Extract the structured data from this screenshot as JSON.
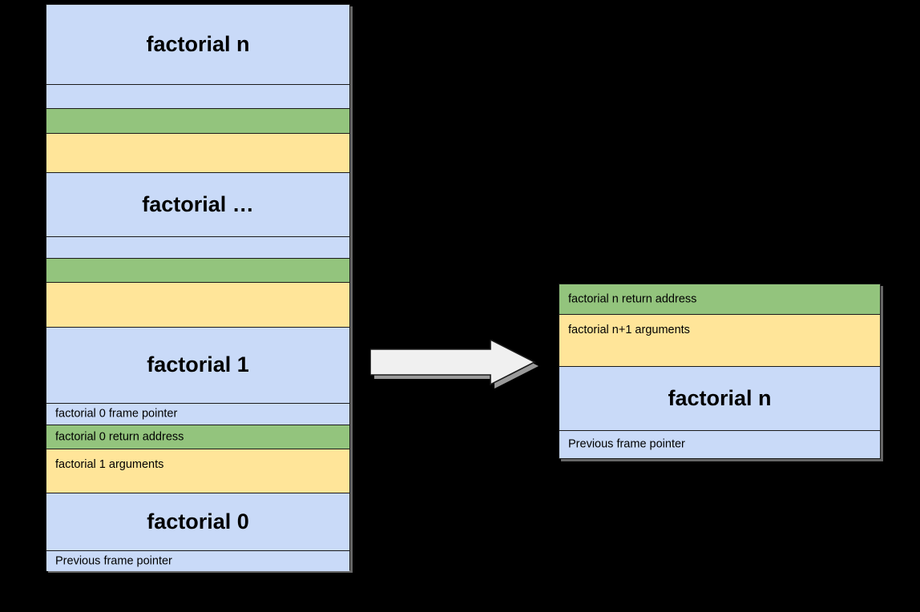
{
  "diagram": {
    "title_semantics": "recursive-call-stack-frames",
    "colors": {
      "frame_blue": "#c9daf8",
      "return_address_green": "#93c47d",
      "arguments_yellow": "#ffe599",
      "arrow_fill": "#f0f0f0",
      "arrow_stroke": "#1a1a1a",
      "border": "#1a1a1a",
      "background": "#000000"
    },
    "left_stack": {
      "name": "full-recursive-stack",
      "rows": [
        {
          "kind": "frame-body",
          "style": "blue",
          "text": "factorial n",
          "size": "large"
        },
        {
          "kind": "frame-pointer",
          "style": "blue",
          "text": "",
          "size": "small"
        },
        {
          "kind": "return-address",
          "style": "green",
          "text": "",
          "size": "small"
        },
        {
          "kind": "arguments",
          "style": "yellow",
          "text": "",
          "size": "small"
        },
        {
          "kind": "frame-body",
          "style": "blue",
          "text": "factorial …",
          "size": "large"
        },
        {
          "kind": "frame-pointer",
          "style": "blue",
          "text": "",
          "size": "small"
        },
        {
          "kind": "return-address",
          "style": "green",
          "text": "",
          "size": "small"
        },
        {
          "kind": "arguments",
          "style": "yellow",
          "text": "",
          "size": "small"
        },
        {
          "kind": "frame-body",
          "style": "blue",
          "text": "factorial 1",
          "size": "large"
        },
        {
          "kind": "frame-pointer",
          "style": "blue",
          "text": "factorial 0 frame pointer",
          "size": "small"
        },
        {
          "kind": "return-address",
          "style": "green",
          "text": "factorial 0 return address",
          "size": "small"
        },
        {
          "kind": "arguments",
          "style": "yellow",
          "text": "factorial 1 arguments",
          "size": "small"
        },
        {
          "kind": "frame-body",
          "style": "blue",
          "text": "factorial 0",
          "size": "large"
        },
        {
          "kind": "frame-pointer",
          "style": "blue",
          "text": "Previous frame pointer",
          "size": "small"
        }
      ]
    },
    "arrow": {
      "name": "expand-arrow",
      "direction": "right"
    },
    "right_stack": {
      "name": "single-frame-detail",
      "rows": [
        {
          "kind": "return-address",
          "style": "green",
          "text": "factorial n return address",
          "size": "small"
        },
        {
          "kind": "arguments",
          "style": "yellow",
          "text": "factorial n+1 arguments",
          "size": "small"
        },
        {
          "kind": "frame-body",
          "style": "blue",
          "text": "factorial n",
          "size": "large"
        },
        {
          "kind": "frame-pointer",
          "style": "blue",
          "text": "Previous frame pointer",
          "size": "small"
        }
      ]
    }
  }
}
